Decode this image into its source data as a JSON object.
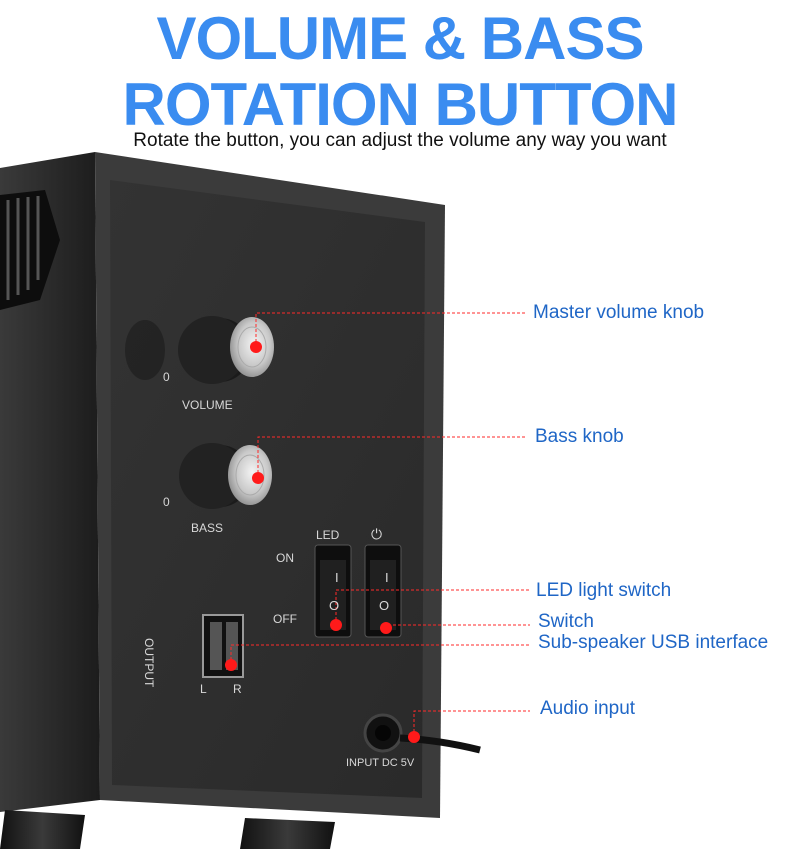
{
  "header": {
    "title_line1": "VOLUME & BASS",
    "title_line2": "ROTATION BUTTON",
    "subtitle": "Rotate the button, you can adjust the volume any way you want"
  },
  "panel_labels": {
    "volume": "VOLUME",
    "bass": "BASS",
    "led": "LED",
    "power_symbol": "⏻",
    "on": "ON",
    "off": "OFF",
    "switch_on_mark": "I",
    "switch_off_mark": "O",
    "output": "OUTPUT",
    "left": "L",
    "right": "R",
    "input": "INPUT DC 5V",
    "knob_zero": "0"
  },
  "callouts": {
    "master_volume": "Master volume knob",
    "bass": "Bass knob",
    "led_switch": "LED light switch",
    "switch": "Switch",
    "usb": "Sub-speaker USB interface",
    "audio_input": "Audio input"
  },
  "colors": {
    "title_blue": "#3a8cf0",
    "callout_blue": "#1f66c6",
    "marker_red": "#ff1a1a",
    "panel": "#2a2a2a"
  }
}
